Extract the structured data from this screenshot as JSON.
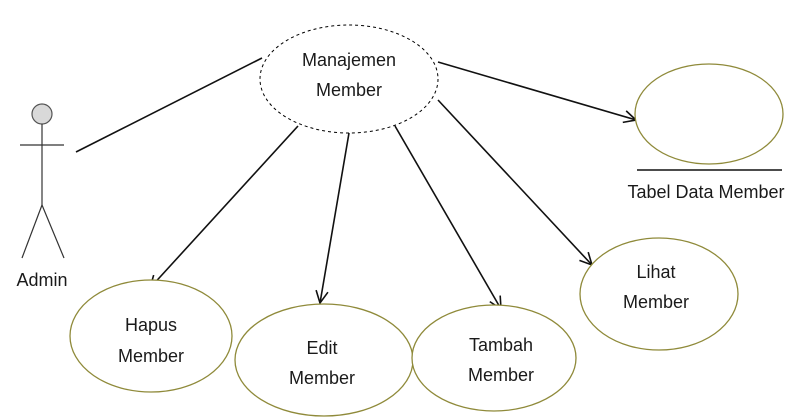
{
  "diagram": {
    "actor": {
      "label": "Admin"
    },
    "controller": {
      "line1": "Manajemen",
      "line2": "Member"
    },
    "entity": {
      "label": "Tabel Data Member"
    },
    "use_cases": {
      "hapus": {
        "line1": "Hapus",
        "line2": "Member"
      },
      "edit": {
        "line1": "Edit",
        "line2": "Member"
      },
      "tambah": {
        "line1": "Tambah",
        "line2": "Member"
      },
      "lihat": {
        "line1": "Lihat",
        "line2": "Member"
      }
    },
    "colors": {
      "use_case_stroke": "#8f8a3a",
      "actor_head_fill": "#d9d9d9",
      "line": "#111111"
    }
  }
}
